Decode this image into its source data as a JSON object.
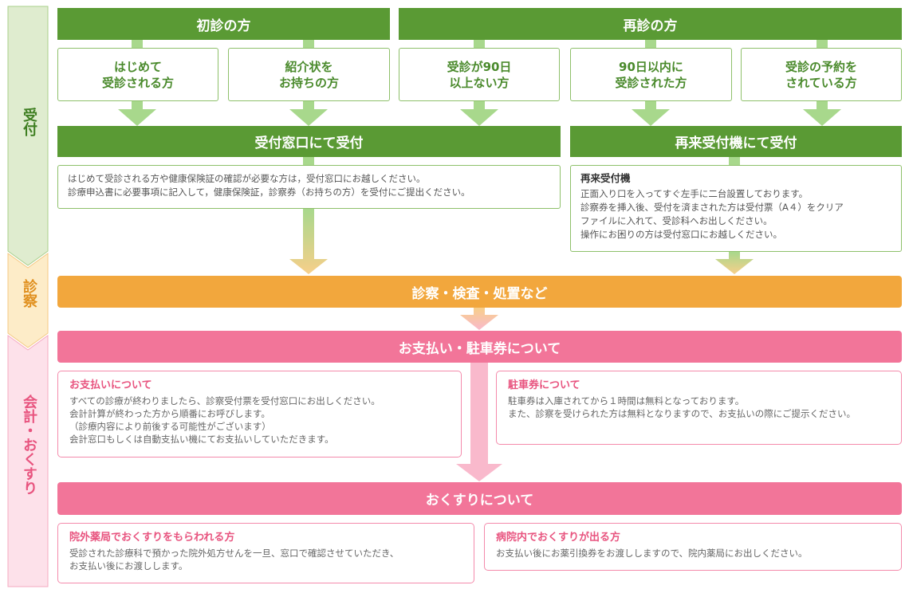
{
  "stages": {
    "reception": "受付",
    "exam": "診察",
    "payment": "会計・おくすり"
  },
  "headers": {
    "first_visit": "初診の方",
    "revisit": "再診の方"
  },
  "categories": [
    "はじめて\n受診される方",
    "紹介状を\nお持ちの方",
    "受診が90日\n以上ない方",
    "90日以内に\n受診された方",
    "受診の予約を\nされている方"
  ],
  "reception_window": {
    "title": "受付窓口にて受付",
    "lines": [
      "はじめて受診される方や健康保険証の確認が必要な方は，受付窓口にお越しください。",
      "診療申込書に必要事項に記入して，健康保険証，診察券（お持ちの方）を受付にご提出ください。"
    ]
  },
  "reentry_machine": {
    "title": "再来受付機にて受付",
    "box_title": "再来受付機",
    "lines": [
      "正面入り口を入ってすぐ左手に二台設置しております。",
      "診察券を挿入後、受付を済まされた方は受付票（A４）をクリア",
      "ファイルに入れて、受診科へお出しください。",
      "操作にお困りの方は受付窓口にお越しください。"
    ]
  },
  "exam_bar": "診察・検査・処置など",
  "payment": {
    "bar": "お支払い・駐車券について",
    "payment_box": {
      "title": "お支払いについて",
      "lines": [
        "すべての診療が終わりましたら、診察受付票を受付窓口にお出しください。",
        "会計計算が終わった方から順番にお呼びします。",
        "（診療内容により前後する可能性がございます）",
        "会計窓口もしくは自動支払い機にてお支払いしていただきます。"
      ]
    },
    "parking_box": {
      "title": "駐車券について",
      "lines": [
        "駐車券は入庫されてから１時間は無料となっております。",
        "また、診察を受けられた方は無料となりますので、お支払いの際にご提示ください。"
      ]
    }
  },
  "medicine": {
    "bar": "おくすりについて",
    "outside_box": {
      "title": "院外薬局でおくすりをもらわれる方",
      "lines": [
        "受診された診療科で預かった院外処方せんを一旦、窓口で確認させていただき、",
        "お支払い後にお渡しします。"
      ]
    },
    "inside_box": {
      "title": "病院内でおくすりが出る方",
      "lines": [
        "お支払い後にお薬引換券をお渡ししますので、院内薬局にお出しください。"
      ]
    }
  },
  "colors": {
    "green": "#5a9a34",
    "light_green": "#a8d88c",
    "orange": "#f2a73d",
    "pink": "#f27599"
  }
}
